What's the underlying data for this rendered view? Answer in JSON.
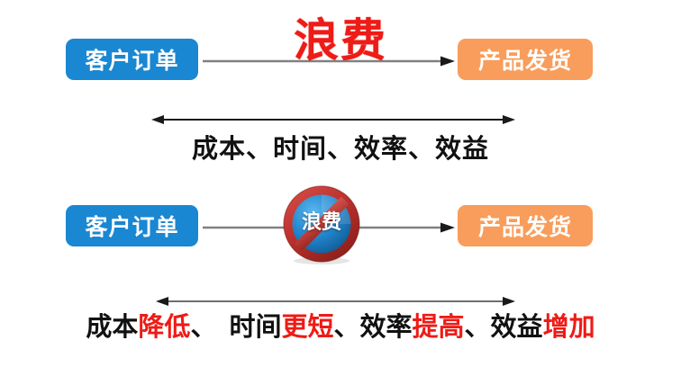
{
  "diagram": {
    "title": "waste-elimination-flow",
    "colors": {
      "blue_box": "#1a87d2",
      "orange_box": "#f89d5b",
      "red_text": "#ee1b16",
      "black_text": "#111111",
      "arrow_gray": "#808080",
      "arrow_black": "#1a1a1a",
      "sign_red": "#c0332e",
      "sign_blue": "#1f7fc4"
    }
  },
  "row_top": {
    "source_box": {
      "label": "客户订单",
      "color": "#1a87d2"
    },
    "target_box": {
      "label": "产品发货",
      "color": "#f89d5b"
    },
    "overlay_word": "浪费",
    "overlay_color": "#ee1b16",
    "connector": "right-arrow"
  },
  "row_bottom": {
    "source_box": {
      "label": "客户订单",
      "color": "#1a87d2"
    },
    "target_box": {
      "label": "产品发货",
      "color": "#f89d5b"
    },
    "sign": {
      "icon": "no-waste-prohibition-icon",
      "label": "浪费",
      "ring_color": "#c0332e",
      "disc_color": "#1f7fc4"
    },
    "connector": "right-arrow"
  },
  "measure_top": {
    "arrow": "double-headed-arrow",
    "caption": "成本、时间、效率、效益"
  },
  "measure_bottom": {
    "arrow": "double-headed-arrow",
    "caption_parts": [
      {
        "text": "成本",
        "color": "black"
      },
      {
        "text": "降低",
        "color": "red"
      },
      {
        "text": "、",
        "color": "black"
      },
      {
        "text": "时间",
        "color": "black"
      },
      {
        "text": "更短",
        "color": "red"
      },
      {
        "text": "、",
        "color": "black"
      },
      {
        "text": "效率",
        "color": "black"
      },
      {
        "text": "提高",
        "color": "red"
      },
      {
        "text": "、",
        "color": "black"
      },
      {
        "text": "效益",
        "color": "black"
      },
      {
        "text": "增加",
        "color": "red"
      }
    ],
    "caption_plain": "成本降低、 时间更短、效率提高、效益增加"
  }
}
